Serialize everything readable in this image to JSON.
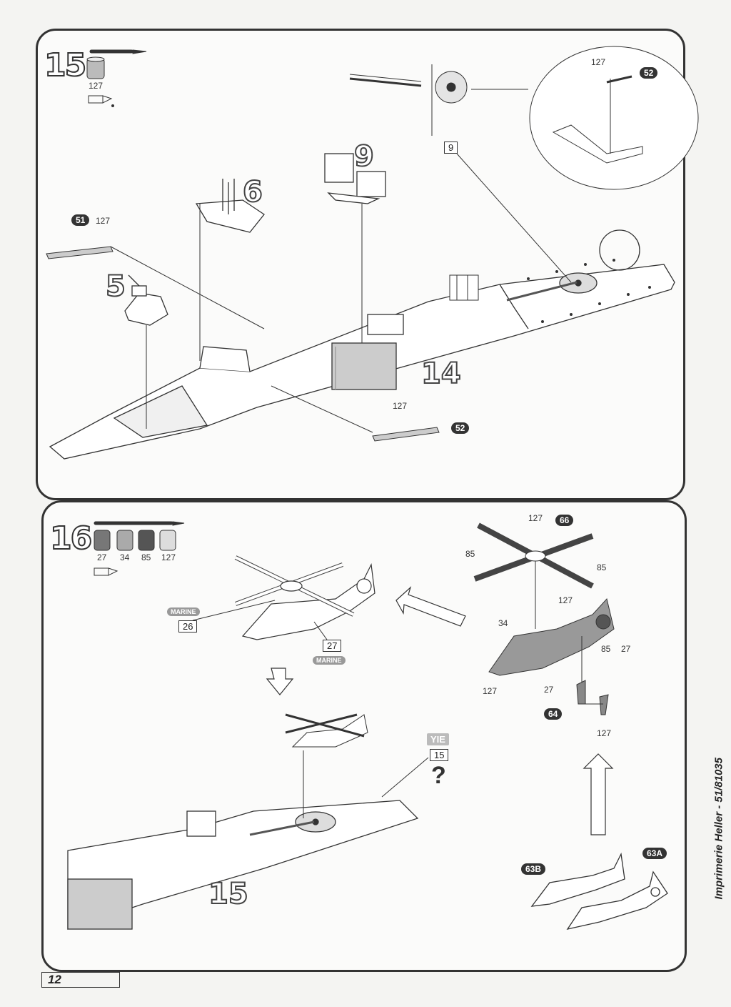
{
  "step15": {
    "number": "15",
    "paint_code": "127",
    "big_labels": [
      "5",
      "6",
      "9",
      "14"
    ],
    "part_tags": {
      "p51": "51",
      "p52_top": "52",
      "p52_bottom": "52"
    },
    "paint_labels": {
      "p51": "127",
      "p52_top": "127",
      "p52_bottom": "127"
    },
    "box_ref": "9"
  },
  "step16": {
    "number": "16",
    "paint_codes": [
      "27",
      "34",
      "85",
      "127"
    ],
    "part_tags": {
      "p66": "66",
      "p64": "64",
      "p63a": "63A",
      "p63b": "63B"
    },
    "boxes": {
      "b26": "26",
      "b27": "27",
      "b15": "15"
    },
    "decal_texts": {
      "d26": "MARINE",
      "d27": "MARINE",
      "yie": "YIE"
    },
    "rotor_labels": {
      "top": "127",
      "left": "85",
      "right": "85"
    },
    "body_labels": {
      "a": "127",
      "b": "34",
      "c": "85",
      "d": "27",
      "e": "127",
      "f": "27",
      "g": "127"
    },
    "big_label": "15",
    "question": "?"
  },
  "footer": {
    "page_number": "12",
    "printer": "Imprimerie Heller - 51/81035"
  }
}
